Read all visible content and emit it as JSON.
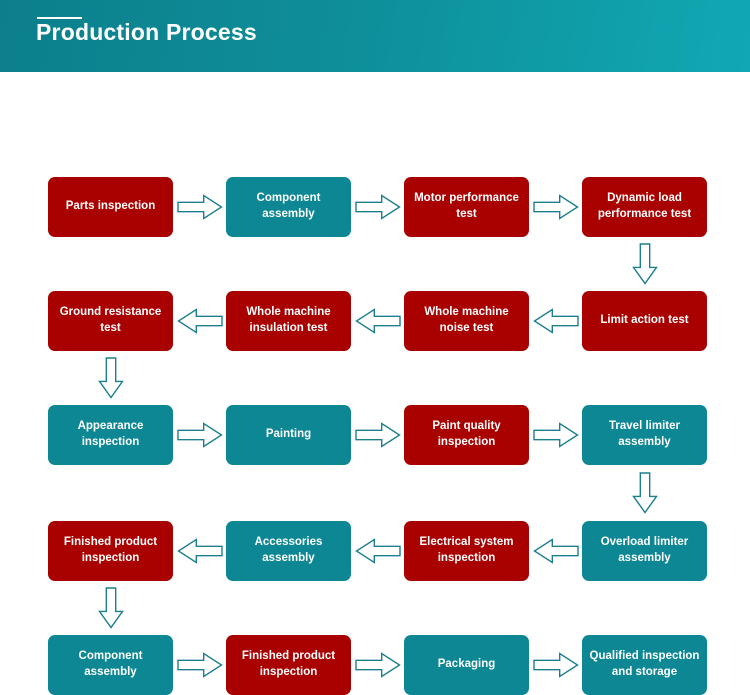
{
  "header": {
    "title": "Production Process",
    "accent_color": "#ffffff",
    "gradient_from": "#0c7f8c",
    "gradient_to": "#10a8b4"
  },
  "palette": {
    "red": "#a90000",
    "teal": "#0c8793",
    "arrow_stroke": "#1c7f8e",
    "arrow_fill": "#ffffff",
    "background": "#ffffff"
  },
  "flow": {
    "rows": [
      {
        "direction": "right",
        "nodes": [
          {
            "label": "Parts inspection",
            "color": "red"
          },
          {
            "label": "Component assembly",
            "color": "teal"
          },
          {
            "label": "Motor performance test",
            "color": "red"
          },
          {
            "label": "Dynamic load performance test",
            "color": "red"
          }
        ]
      },
      {
        "direction": "left",
        "nodes": [
          {
            "label": "Ground resistance test",
            "color": "red"
          },
          {
            "label": "Whole machine insulation test",
            "color": "red"
          },
          {
            "label": "Whole machine noise test",
            "color": "red"
          },
          {
            "label": "Limit action test",
            "color": "red"
          }
        ]
      },
      {
        "direction": "right",
        "nodes": [
          {
            "label": "Appearance inspection",
            "color": "teal"
          },
          {
            "label": "Painting",
            "color": "teal"
          },
          {
            "label": "Paint quality inspection",
            "color": "red"
          },
          {
            "label": "Travel limiter assembly",
            "color": "teal"
          }
        ]
      },
      {
        "direction": "left",
        "nodes": [
          {
            "label": "Finished product inspection",
            "color": "red"
          },
          {
            "label": "Accessories assembly",
            "color": "teal"
          },
          {
            "label": "Electrical system inspection",
            "color": "red"
          },
          {
            "label": "Overload limiter assembly",
            "color": "teal"
          }
        ]
      },
      {
        "direction": "right",
        "nodes": [
          {
            "label": "Component assembly",
            "color": "teal"
          },
          {
            "label": "Finished product inspection",
            "color": "red"
          },
          {
            "label": "Packaging",
            "color": "teal"
          },
          {
            "label": "Qualified inspection and storage",
            "color": "teal"
          }
        ]
      }
    ],
    "vertical_connectors": [
      {
        "from_row": 0,
        "to_row": 1,
        "column": 3,
        "direction": "down"
      },
      {
        "from_row": 1,
        "to_row": 2,
        "column": 0,
        "direction": "down"
      },
      {
        "from_row": 2,
        "to_row": 3,
        "column": 3,
        "direction": "down"
      },
      {
        "from_row": 3,
        "to_row": 4,
        "column": 0,
        "direction": "down"
      }
    ]
  }
}
